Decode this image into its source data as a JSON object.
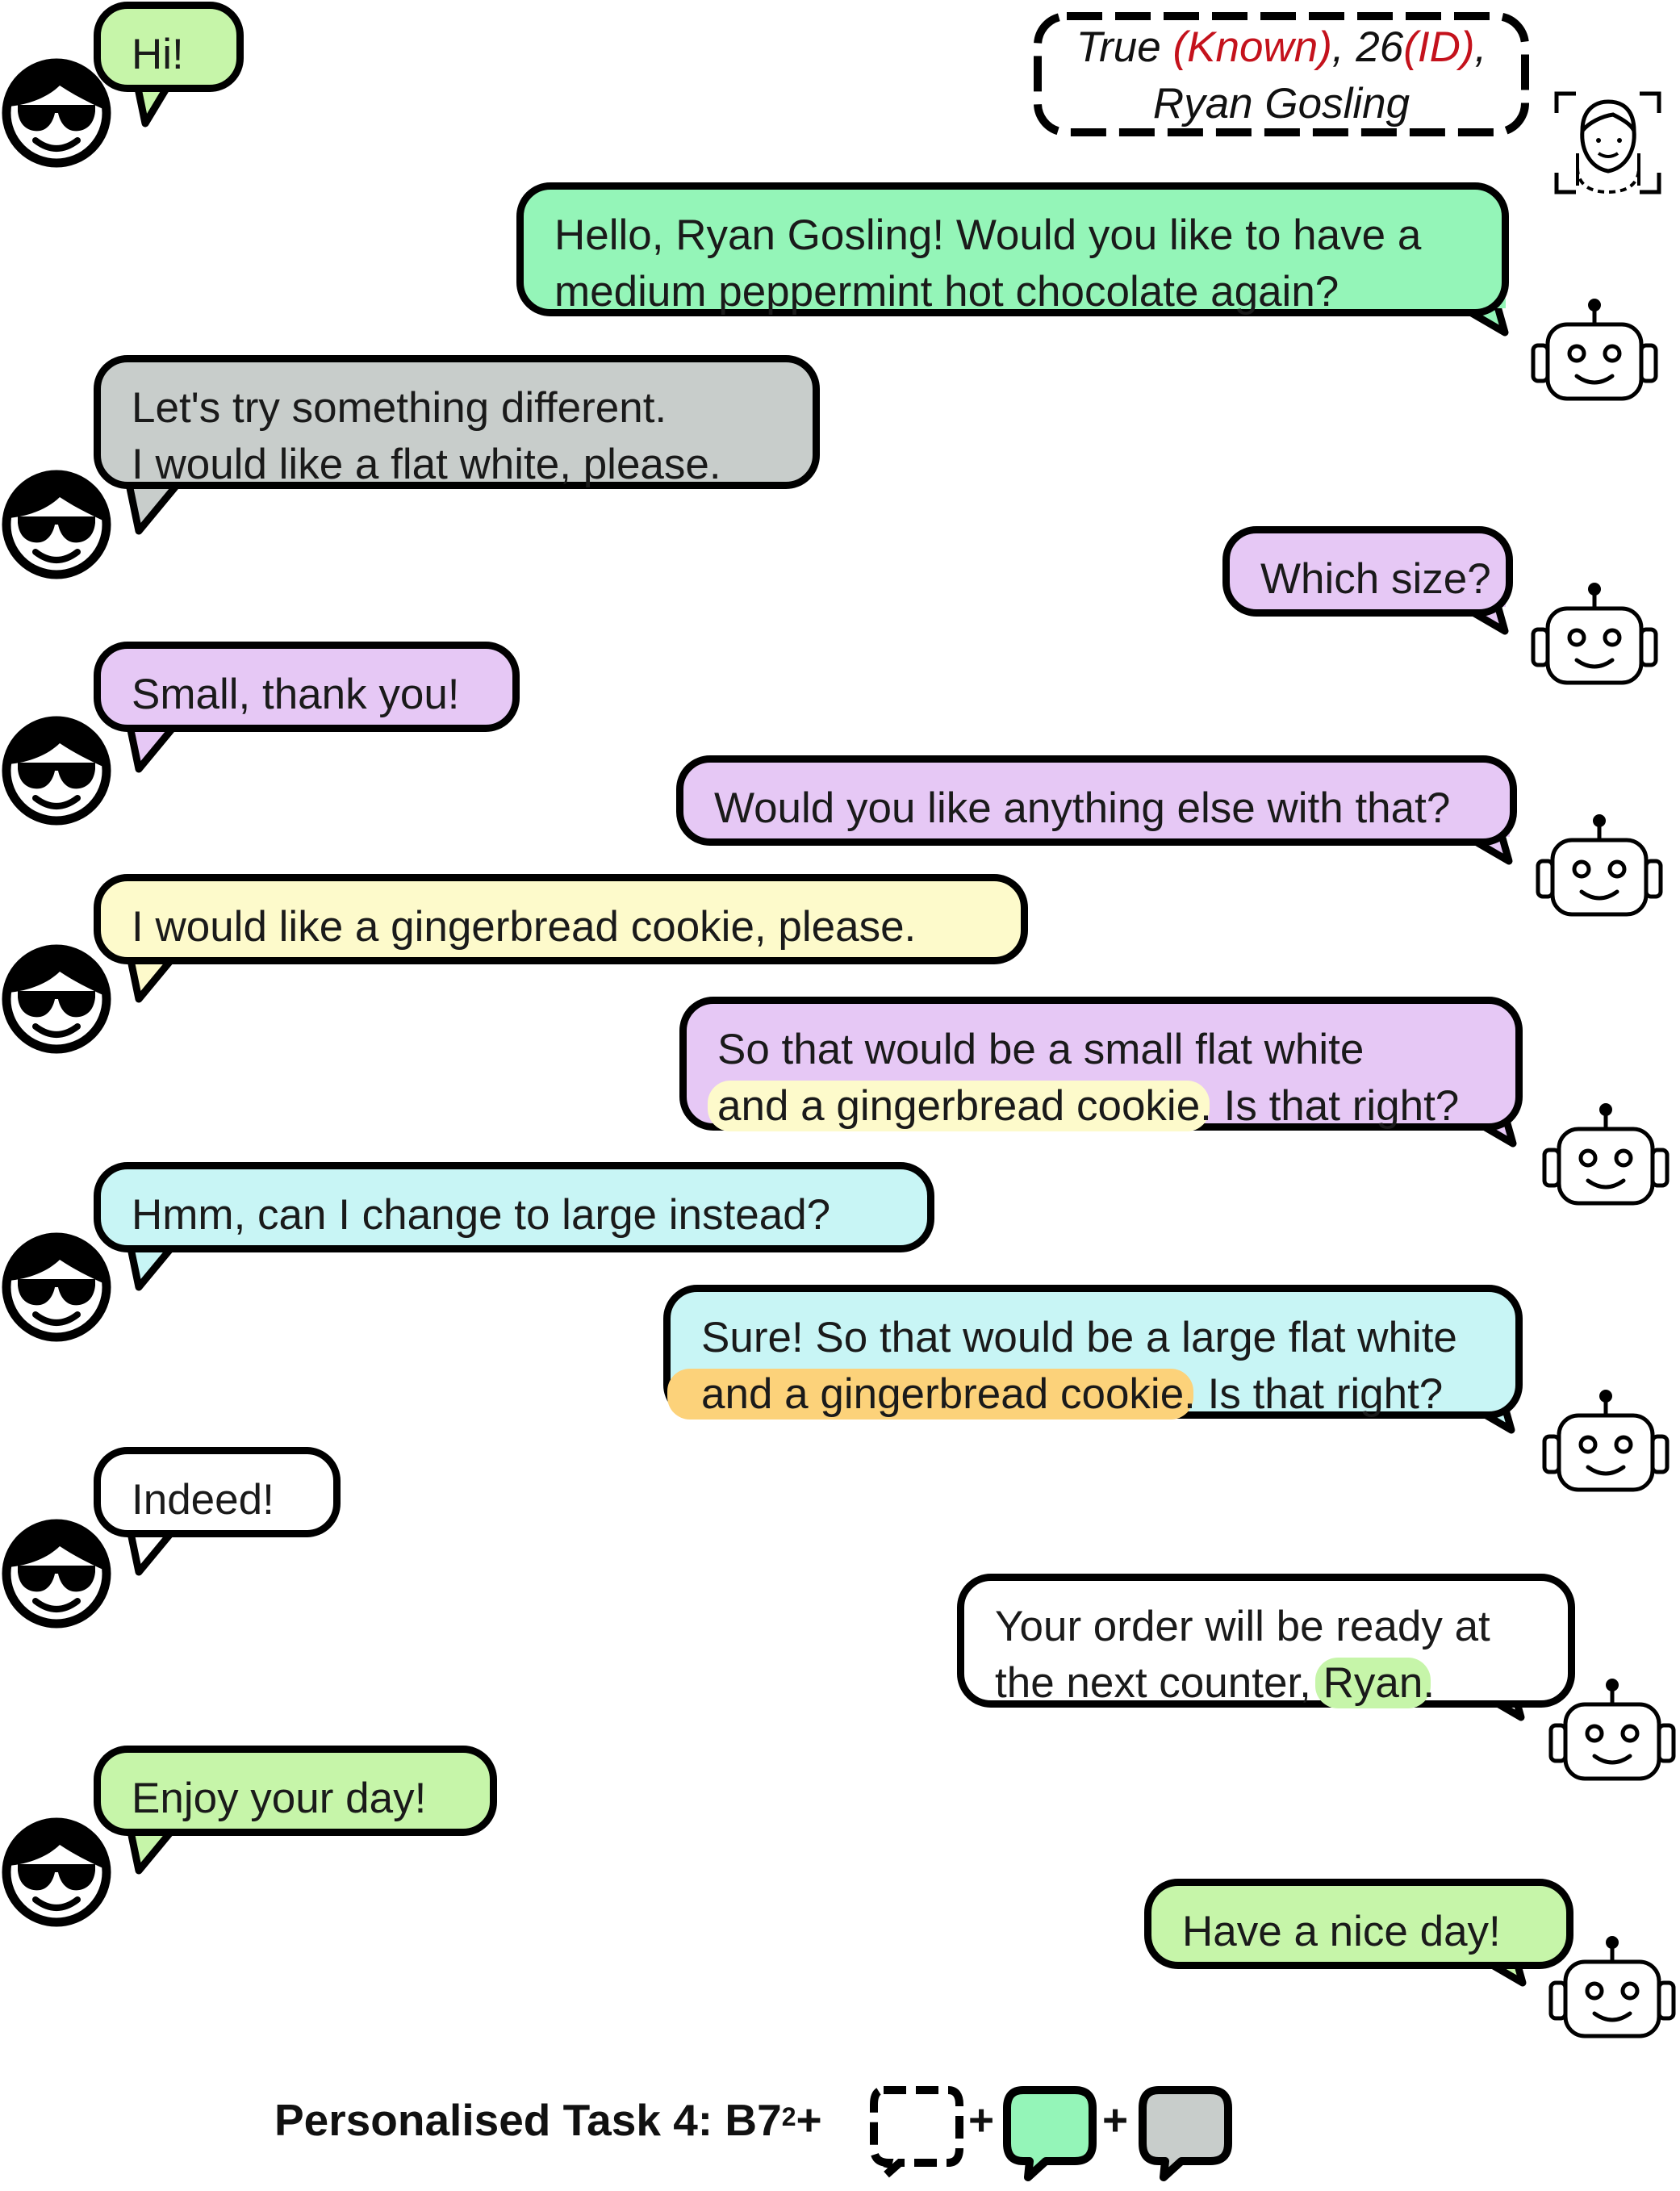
{
  "colors": {
    "green": "#94f5b8",
    "gray": "#c8cdcb",
    "purple": "#e6c8f5",
    "yellow": "#fdfacb",
    "cyan": "#c8f5f5",
    "lightgreen": "#c6f5a9",
    "white": "#ffffff",
    "orange": "#fcd27a",
    "red": "#c4121c"
  },
  "identity": {
    "status": "True",
    "known": "(Known)",
    "sep1": ", ",
    "id_num": "26",
    "id_label": "(ID)",
    "sep2": ",",
    "name": "Ryan Gosling"
  },
  "messages": [
    {
      "speaker": "user",
      "lines": [
        "Hi!"
      ]
    },
    {
      "speaker": "robot",
      "lines": [
        "Hello, Ryan Gosling! Would you like to have a",
        "medium peppermint hot chocolate again?"
      ]
    },
    {
      "speaker": "user",
      "lines": [
        "Let's try something different.",
        "I would like a flat white, please."
      ]
    },
    {
      "speaker": "robot",
      "lines": [
        "Which size?"
      ]
    },
    {
      "speaker": "user",
      "lines": [
        "Small, thank you!"
      ]
    },
    {
      "speaker": "robot",
      "lines": [
        "Would you like anything else with that?"
      ]
    },
    {
      "speaker": "user",
      "lines": [
        "I would like a gingerbread cookie, please."
      ]
    },
    {
      "speaker": "robot",
      "line1": "So that would be a small flat white",
      "highlight": "and a gingerbread cookie",
      "rest": ". Is that right?"
    },
    {
      "speaker": "user",
      "lines": [
        "Hmm, can I change to large instead?"
      ]
    },
    {
      "speaker": "robot",
      "line1": "Sure! So that would be a large flat white",
      "highlight": "and a gingerbread cookie",
      "rest": ". Is that right?"
    },
    {
      "speaker": "user",
      "lines": [
        "Indeed!"
      ]
    },
    {
      "speaker": "robot",
      "line1": "Your order will be ready at",
      "pre": "the next counter, ",
      "highlight": "Ryan",
      "rest": "."
    },
    {
      "speaker": "user",
      "lines": [
        "Enjoy your day!"
      ]
    },
    {
      "speaker": "robot",
      "lines": [
        "Have a nice day!"
      ]
    }
  ],
  "caption": {
    "label": "Personalised Task 4: B7",
    "superscript": "2",
    "plus": "+"
  }
}
